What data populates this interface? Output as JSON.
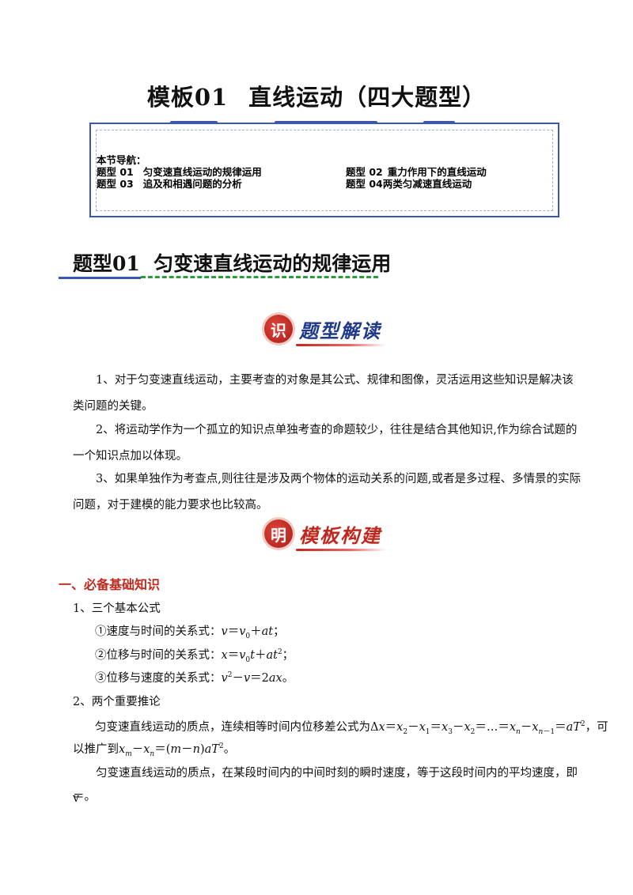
{
  "title": {
    "left": "模板01",
    "right": "直线运动（四大题型）"
  },
  "nav": {
    "heading": "本节导航：",
    "items": [
      {
        "num": "题型 01",
        "text": "匀变速直线运动的规律运用"
      },
      {
        "num": "题型 02",
        "text": "重力作用下的直线运动"
      },
      {
        "num": "题型 03",
        "text": "追及和相遇问题的分析"
      },
      {
        "num": "题型 04",
        "text": "两类匀减速直线运动"
      }
    ]
  },
  "section_heading": "题型01  匀变速直线运动的规律运用",
  "badge1": {
    "char": "识",
    "text": "题型解读"
  },
  "paragraphs": [
    "1、对于匀变速直线运动，主要考查的对象是其公式、规律和图像，灵活运用这些知识是解决该类问题的关键。",
    "2、将运动学作为一个孤立的知识点单独考查的命题较少，往往是结合其他知识,作为综合试题的一个知识点加以体现。",
    "3、如果单独作为考查点,则往往是涉及两个物体的运动关系的问题,或者是多过程、多情景的实际问题，对于建模的能力要求也比较高。"
  ],
  "badge2": {
    "char": "明",
    "text": "模板构建"
  },
  "knowledge": {
    "heading": "一、必备基础知识",
    "sub1": "1、三个基本公式",
    "f1_label": "①速度与时间的关系式：",
    "f2_label": "②位移与时间的关系式：",
    "f3_label": "③位移与速度的关系式：",
    "sub2": "2、两个重要推论",
    "p1_prefix": "匀变速直线运动的质点，连续相等时间内位移差公式为",
    "p1_suffix": "，可",
    "p1_line2_prefix": "以推广到",
    "p2": "匀变速直线运动的质点，在某段时间内的中间时刻的瞬时速度，等于这段时间内的平均速度，即v",
    "p2_end": "＝。"
  }
}
